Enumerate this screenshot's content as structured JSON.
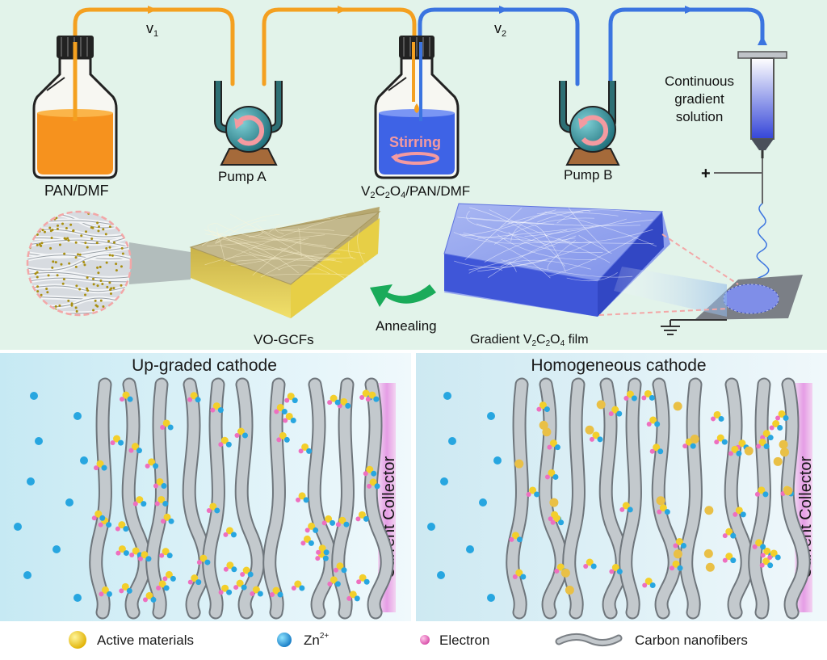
{
  "top_panel": {
    "flow_labels": {
      "v1_base": "v",
      "v1_sub": "1",
      "v2_base": "v",
      "v2_sub": "2"
    },
    "bottle_left_label": "PAN/DMF",
    "pump_a_label": "Pump A",
    "bottle_mid_label": {
      "p1": "V",
      "s1": "2",
      "p2": "C",
      "s2": "2",
      "p3": "O",
      "s3": "4",
      "p4": "/PAN/DMF"
    },
    "stirring_label": "Stirring",
    "pump_b_label": "Pump B",
    "syringe_label": [
      "Continuous",
      "gradient",
      "solution"
    ],
    "plus_sign": "+",
    "film_label": {
      "p1": "Gradient V",
      "s1": "2",
      "p2": "C",
      "s2": "2",
      "p3": "O",
      "s3": "4",
      "p4": " film"
    },
    "annealing_label": "Annealing",
    "vo_label": "VO-GCFs"
  },
  "left_cathode": {
    "title": "Up-graded cathode",
    "collector": "Current Collector"
  },
  "right_cathode": {
    "title": "Homogeneous cathode",
    "collector": "Current Collector"
  },
  "legend": {
    "active": "Active materials",
    "zn_base": "Zn",
    "zn_sup": "2+",
    "electron": "Electron",
    "fibers": "Carbon nanofibers"
  },
  "colors": {
    "top_bg": "#e2f3ea",
    "orange_tube": "#f4a020",
    "blue_tube": "#3b74e0",
    "orange_liquid": "#f6921e",
    "blue_liquid": "#3e63e6",
    "fiber_gray": "#bcc3c8",
    "collector_pink": "#e8a6e6",
    "active_yellow": "#f3cf2b",
    "zn_blue": "#27a6e0",
    "electron_pink": "#ee6fbf",
    "green_arrow": "#1aab5a"
  }
}
